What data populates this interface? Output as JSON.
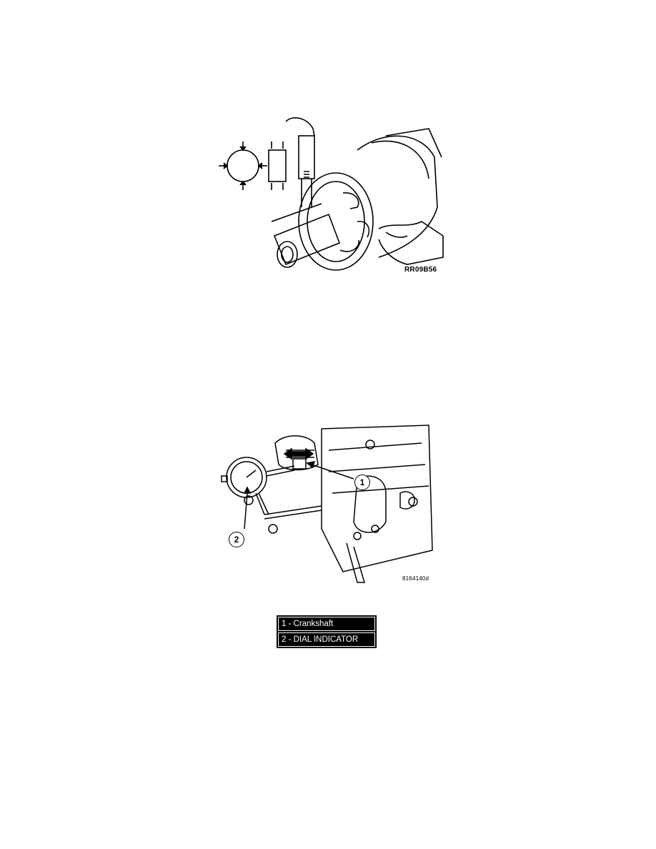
{
  "figure1": {
    "code": "RR09B56",
    "icon": "micrometer-measuring-crankshaft-journal-illustration"
  },
  "figure2": {
    "code": "8164140d",
    "icon": "dial-indicator-crankshaft-end-play-illustration",
    "callouts": [
      "1",
      "2"
    ]
  },
  "legend": {
    "items": [
      "1 - Crankshaft",
      "2 - DIAL INDICATOR"
    ]
  }
}
